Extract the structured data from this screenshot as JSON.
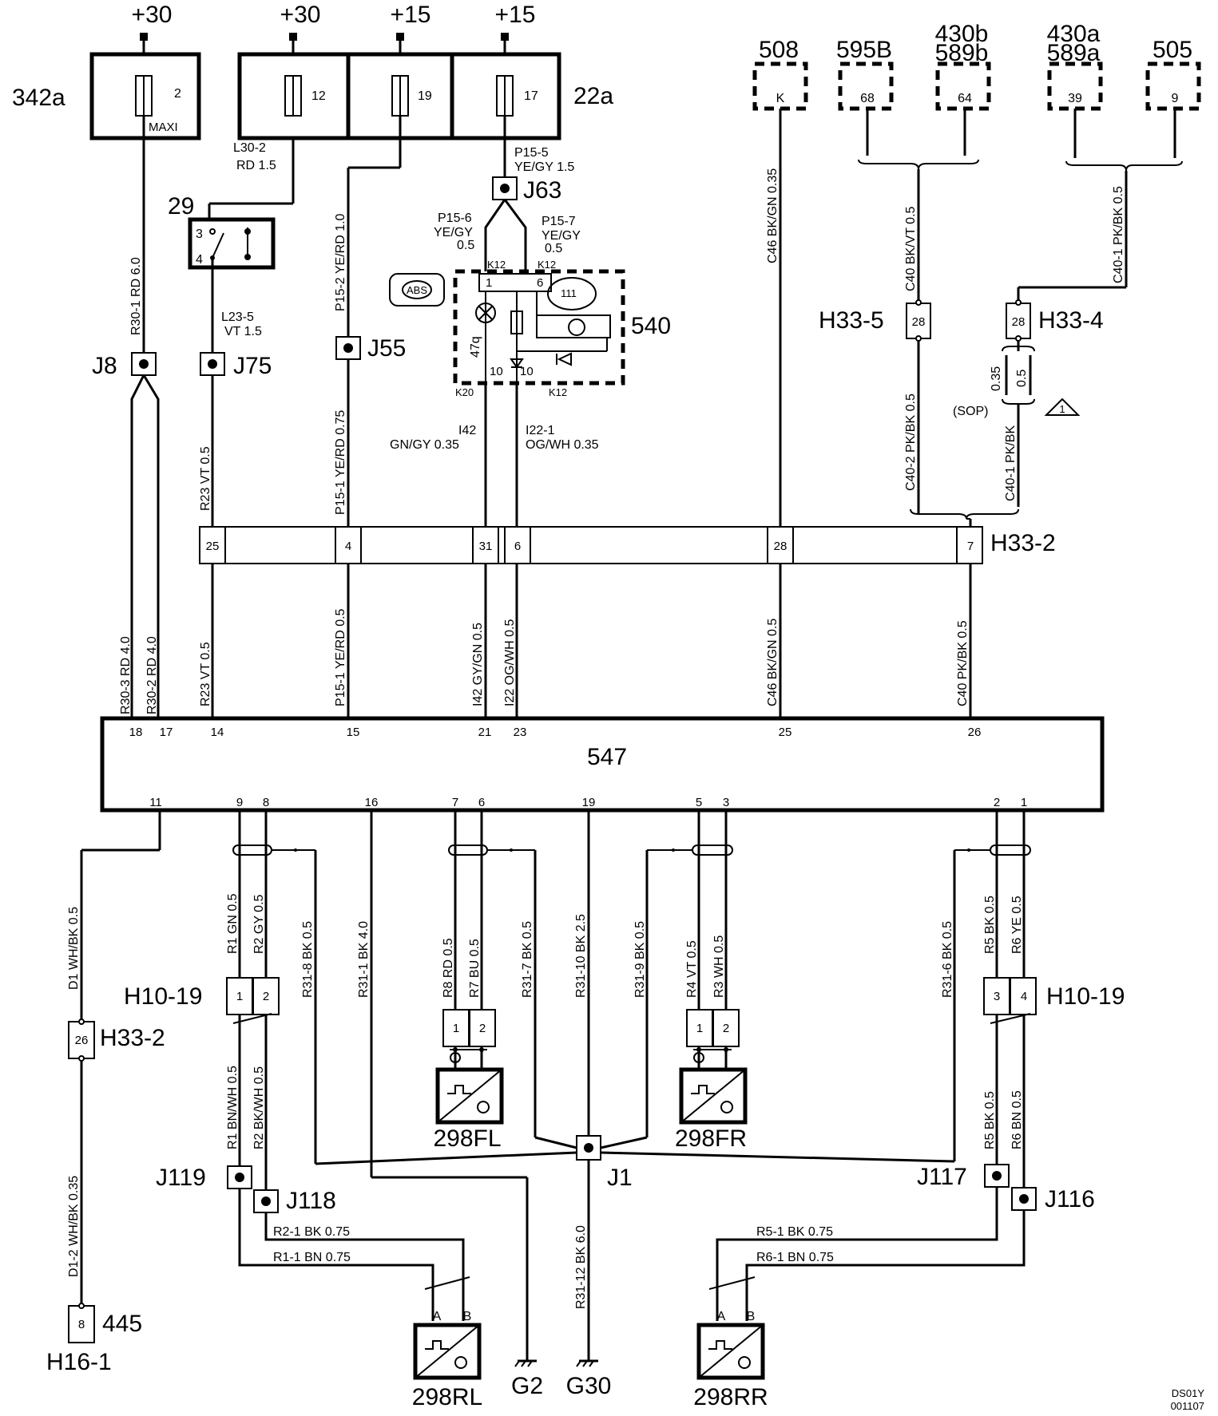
{
  "supply": {
    "p30a": "+30",
    "p30b": "+30",
    "p15a": "+15",
    "p15b": "+15"
  },
  "fuse_boxes": {
    "box_342a": "342a",
    "box_22a": "22a",
    "fuse_2": "2",
    "maxi": "MAXI",
    "fuse_12": "12",
    "fuse_19": "19",
    "fuse_17": "17"
  },
  "modules": {
    "m508": "508",
    "m508_pin": "K",
    "m595b": "595B",
    "m595b_pin": "68",
    "m430b": "430b",
    "m589b": "589b",
    "m430b_pin": "64",
    "m430a": "430a",
    "m589a": "589a",
    "m430a_pin": "39",
    "m505": "505",
    "m505_pin": "9"
  },
  "wires_top": {
    "l30_2": "L30-2",
    "l30_2_spec": "RD 1.5",
    "p15_5": "P15-5",
    "p15_5_spec": "YE/GY 1.5",
    "p15_6": "P15-6",
    "p15_6_c": "YE/GY",
    "p15_6_s": "0.5",
    "p15_7": "P15-7",
    "p15_7_c": "YE/GY",
    "p15_7_s": "0.5",
    "l23_5": "L23-5",
    "l23_5_spec": "VT 1.5",
    "r30_1": "R30-1  RD  6.0",
    "p15_2": "P15-2  YE/RD  1.0",
    "c46_top": "C46  BK/GN  0.35",
    "c40_top": "C40  BK/VT  0.5",
    "c40_1_top": "C40-1  PK/BK  0.5",
    "r23_top": "R23  VT  0.5",
    "p15_1_top": "P15-1  YE/RD  0.75",
    "i42": "I42",
    "i42_spec": "GN/GY  0.35",
    "i22_1": "I22-1",
    "i22_1_spec": "OG/WH  0.35",
    "c40_2": "C40-2  PK/BK  0.5",
    "c40_1_b": "C40-1  PK/BK",
    "s035": "0.35",
    "s05": "0.5",
    "sop": "(SOP)",
    "tri": "1"
  },
  "switch": {
    "id": "29",
    "p3": "3",
    "p4": "4"
  },
  "abs_unit": {
    "id": "540",
    "pin1": "1",
    "pin6": "6",
    "k12a": "K12",
    "k12b": "K12",
    "k12c": "K12",
    "k20": "K20",
    "p10a": "10",
    "p10b": "10",
    "bulb": "47q",
    "abs": "ABS",
    "gauge": "111"
  },
  "junctions": {
    "j8": "J8",
    "j75": "J75",
    "j55": "J55",
    "j63": "J63",
    "j119": "J119",
    "j118": "J118",
    "j1": "J1",
    "j117": "J117",
    "j116": "J116"
  },
  "connectors": {
    "h33_5": "H33-5",
    "h33_5_pin": "28",
    "h33_4": "H33-4",
    "h33_4_pin": "28",
    "h33_2": "H33-2",
    "h33_2_pins": [
      "25",
      "4",
      "31",
      "6",
      "28",
      "7"
    ],
    "h33_2b": "H33-2",
    "h33_2b_pin": "26",
    "h10_19a": "H10-19",
    "h10_19b": "H10-19",
    "h10_pins": [
      "1",
      "2",
      "3",
      "4"
    ],
    "h16_1": "H16-1",
    "h16_pin": "8",
    "m445": "445"
  },
  "wires_mid": {
    "r30_3": "R30-3  RD  4.0",
    "r30_2": "R30-2  RD  4.0",
    "r23": "R23  VT  0.5",
    "p15_1": "P15-1  YE/RD  0.5",
    "i42": "I42  GY/GN  0.5",
    "i22": "I22  OG/WH  0.5",
    "c46": "C46  BK/GN  0.5",
    "c40": "C40  PK/BK  0.5"
  },
  "ecu": {
    "id": "547",
    "top_pins": [
      "18",
      "17",
      "14",
      "15",
      "21",
      "23",
      "25",
      "26"
    ],
    "bottom_pins": [
      "11",
      "9",
      "8",
      "16",
      "7",
      "6",
      "19",
      "5",
      "3",
      "2",
      "1"
    ]
  },
  "wires_bottom": {
    "d1": "D1  WH/BK  0.5",
    "d1_2": "D1-2  WH/BK  0.35",
    "r1": "R1  GN  0.5",
    "r2": "R2  GY  0.5",
    "r31_8": "R31-8  BK  0.5",
    "r31_1": "R31-1  BK  4.0",
    "r8": "R8  RD  0.5",
    "r7": "R7  BU  0.5",
    "r31_7": "R31-7  BK  0.5",
    "r31_10": "R31-10  BK  2.5",
    "r31_9": "R31-9  BK  0.5",
    "r4": "R4  VT  0.5",
    "r3": "R3  WH  0.5",
    "r31_6": "R31-6  BK  0.5",
    "r5": "R5  BK  0.5",
    "r6": "R6  YE  0.5",
    "r1b": "R1  BN/WH  0.5",
    "r2b": "R2  BK/WH  0.5",
    "r5b": "R5  BK  0.5",
    "r6b": "R6  BN  0.5",
    "r2_1": "R2-1  BK    0.75",
    "r1_1": "R1-1  BN    0.75",
    "r5_1": "R5-1  BK    0.75",
    "r6_1": "R6-1  BN    0.75",
    "r31_12": "R31-12  BK  6.0"
  },
  "sensors": {
    "fl": "298FL",
    "fr": "298FR",
    "rl": "298RL",
    "rr": "298RR",
    "pa": "A",
    "pb": "B",
    "c1": "1",
    "c2": "2"
  },
  "grounds": {
    "g2": "G2",
    "g30": "G30"
  },
  "footer": {
    "code1": "DS01Y",
    "code2": "001107"
  }
}
